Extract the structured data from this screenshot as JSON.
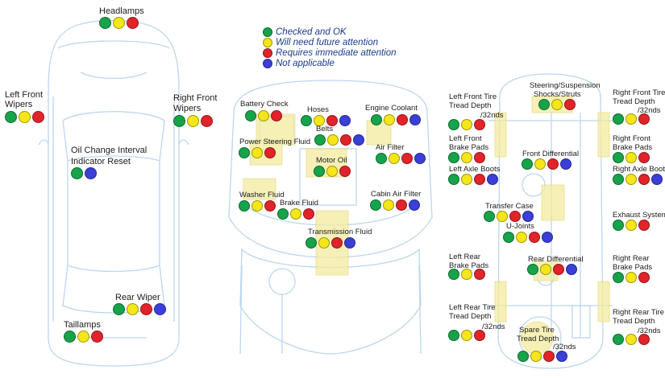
{
  "colors": {
    "green": "#17a34a",
    "yellow": "#f5e61a",
    "red": "#e0242a",
    "blue": "#3b3fd8",
    "outline": "#bcd6ee",
    "highlight": "#f3eca0"
  },
  "legend": [
    {
      "color": "green",
      "label": "Checked and OK"
    },
    {
      "color": "yellow",
      "label": "Will need future attention"
    },
    {
      "color": "red",
      "label": "Requires immediate attention"
    },
    {
      "color": "blue",
      "label": "Not applicable"
    }
  ],
  "exterior": {
    "headlamps": {
      "label": "Headlamps",
      "dots": [
        "green",
        "yellow",
        "red"
      ]
    },
    "left_front_wipers": {
      "label1": "Left Front",
      "label2": "Wipers",
      "dots": [
        "green",
        "yellow",
        "red"
      ]
    },
    "right_front_wipers": {
      "label1": "Right Front",
      "label2": "Wipers",
      "dots": [
        "green",
        "yellow",
        "red"
      ]
    },
    "oil_change": {
      "label1": "Oil Change Interval",
      "label2": "Indicator Reset",
      "dots": [
        "green",
        "blue"
      ]
    },
    "rear_wiper": {
      "label": "Rear Wiper",
      "dots": [
        "green",
        "yellow",
        "red",
        "blue"
      ]
    },
    "taillamps": {
      "label": "Taillamps",
      "dots": [
        "green",
        "yellow",
        "red"
      ]
    }
  },
  "engine": {
    "battery_check": {
      "label": "Battery Check",
      "dots": [
        "green",
        "yellow",
        "red"
      ]
    },
    "hoses": {
      "label": "Hoses",
      "dots": [
        "green",
        "yellow",
        "red",
        "blue"
      ]
    },
    "engine_coolant": {
      "label": "Engine Coolant",
      "dots": [
        "green",
        "yellow",
        "red",
        "blue"
      ]
    },
    "belts": {
      "label": "Belts",
      "dots": [
        "green",
        "yellow",
        "red",
        "blue"
      ]
    },
    "power_steering": {
      "label": "Power Steering Fluid",
      "dots": [
        "green",
        "yellow",
        "red"
      ]
    },
    "air_filter": {
      "label": "Air Filter",
      "dots": [
        "green",
        "yellow",
        "red",
        "blue"
      ]
    },
    "motor_oil": {
      "label": "Motor Oil",
      "dots": [
        "green",
        "yellow",
        "red"
      ]
    },
    "washer_fluid": {
      "label": "Washer Fluid",
      "dots": [
        "green",
        "yellow",
        "red"
      ]
    },
    "brake_fluid": {
      "label": "Brake Fluid",
      "dots": [
        "green",
        "yellow",
        "red"
      ]
    },
    "cabin_air_filter": {
      "label": "Cabin Air Filter",
      "dots": [
        "green",
        "yellow",
        "red",
        "blue"
      ]
    },
    "transmission_fluid": {
      "label": "Transmission Fluid",
      "dots": [
        "green",
        "yellow",
        "red",
        "blue"
      ]
    }
  },
  "under": {
    "lf_tire": {
      "label1": "Left Front Tire",
      "label2": "Tread Depth",
      "unit": "/32nds",
      "dots": [
        "green",
        "yellow",
        "red"
      ]
    },
    "steering": {
      "label1": "Steering/Suspension",
      "label2": "Shocks/Struts",
      "dots": [
        "green",
        "yellow",
        "red"
      ]
    },
    "rf_tire": {
      "label1": "Right Front Tire",
      "label2": "Tread Depth",
      "unit": "/32nds",
      "dots": [
        "green",
        "yellow",
        "red"
      ]
    },
    "lf_brake": {
      "label1": "Left Front",
      "label2": "Brake Pads",
      "dots": [
        "green",
        "yellow",
        "red"
      ]
    },
    "rf_brake": {
      "label1": "Right Front",
      "label2": "Brake Pads",
      "dots": [
        "green",
        "yellow",
        "red"
      ]
    },
    "front_diff": {
      "label": "Front Differential",
      "dots": [
        "green",
        "yellow",
        "red",
        "blue"
      ]
    },
    "left_axle": {
      "label": "Left Axle Boots",
      "dots": [
        "green",
        "yellow",
        "red",
        "blue"
      ]
    },
    "right_axle": {
      "label": "Right Axle Boots",
      "dots": [
        "green",
        "yellow",
        "red",
        "blue"
      ]
    },
    "transfer_case": {
      "label": "Transfer Case",
      "dots": [
        "green",
        "yellow",
        "red",
        "blue"
      ]
    },
    "exhaust": {
      "label": "Exhaust System",
      "dots": [
        "green",
        "yellow",
        "red"
      ]
    },
    "u_joints": {
      "label": "U-Joints",
      "dots": [
        "green",
        "yellow",
        "red",
        "blue"
      ]
    },
    "lr_brake": {
      "label1": "Left Rear",
      "label2": "Brake Pads",
      "dots": [
        "green",
        "yellow",
        "red"
      ]
    },
    "rear_diff": {
      "label": "Rear Differential",
      "dots": [
        "green",
        "yellow",
        "red",
        "blue"
      ]
    },
    "rr_brake": {
      "label1": "Right Rear",
      "label2": "Brake Pads",
      "dots": [
        "green",
        "yellow",
        "red"
      ]
    },
    "lr_tire": {
      "label1": "Left Rear Tire",
      "label2": "Tread Depth",
      "unit": "/32nds",
      "dots": [
        "green",
        "yellow",
        "red"
      ]
    },
    "spare": {
      "label1": "Spare Tire",
      "label2": "Tread Depth",
      "unit": "/32nds",
      "dots": [
        "green",
        "yellow",
        "red",
        "blue"
      ]
    },
    "rr_tire": {
      "label1": "Right Rear Tire",
      "label2": "Tread Depth",
      "unit": "/32nds",
      "dots": [
        "green",
        "yellow",
        "red"
      ]
    }
  }
}
